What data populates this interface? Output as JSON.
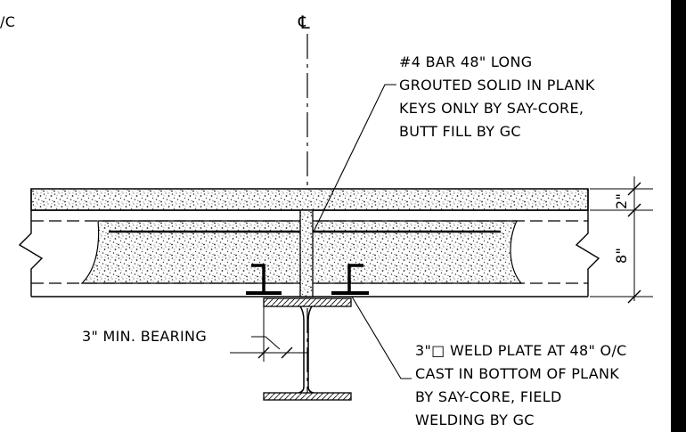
{
  "centerline_symbol": "℄",
  "partial_note": "/C",
  "note_bar": [
    "#4 BAR 48\" LONG",
    "GROUTED SOLID IN PLANK",
    "KEYS ONLY BY SAY-CORE,",
    "BUTT FILL BY GC"
  ],
  "note_bearing": "3\" MIN. BEARING",
  "note_weld": [
    "3\"□  WELD PLATE AT 48\" O/C",
    "CAST IN BOTTOM OF PLANK",
    "BY SAY-CORE, FIELD",
    "WELDING BY GC"
  ],
  "dim_topping": "2\"",
  "dim_plank": "8\""
}
